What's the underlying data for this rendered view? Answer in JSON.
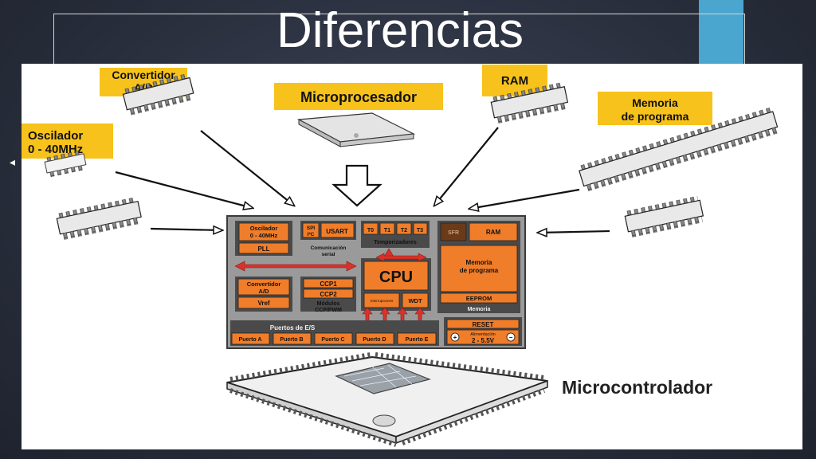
{
  "slide": {
    "title": "Diferencias",
    "nav_arrow": "◂"
  },
  "labels": {
    "convertidor_ad": [
      "Convertidor",
      "A/D"
    ],
    "microprocesador": "Microprocesador",
    "ram": "RAM",
    "memoria_programa": [
      "Memoria",
      "de programa"
    ],
    "oscilador": [
      "Oscilador",
      "0 - 40MHz"
    ],
    "microcontrolador": "Microcontrolador"
  },
  "block": {
    "oscilador": [
      "Oscilador",
      "0 - 40MHz"
    ],
    "pll": "PLL",
    "spi": "SPI",
    "i2c": "I²C",
    "usart": "USART",
    "timers": [
      "T0",
      "T1",
      "T2",
      "T3"
    ],
    "temporizadores": "Temporizadores",
    "sfr": "SFR",
    "ram": "RAM",
    "comunicacion": [
      "Comunicación",
      "serial"
    ],
    "memoria_programa": [
      "Memoria",
      "de programa"
    ],
    "cpu": "CPU",
    "interrupciones": "Interrupciones",
    "wdt": "WDT",
    "eeprom": "EEPROM",
    "memoria": "Memoria",
    "convertidor": [
      "Convertidor",
      "A/D"
    ],
    "vref": "Vref",
    "ccp1": "CCP1",
    "ccp2": "CCP2",
    "modulos": [
      "Módulos",
      "CCP/PWM"
    ],
    "puertos_es": "Puertos de E/S",
    "puertos": [
      "Puerto A",
      "Puerto B",
      "Puerto C",
      "Puerto D",
      "Puerto E"
    ],
    "reset": "RESET",
    "alimentacion": "Alimentación",
    "voltaje": "2 - 5.5V"
  },
  "colors": {
    "accent_blue": "#4aa6cf",
    "label_yellow": "#f7c21b",
    "block_orange": "#f07d2a",
    "block_gray": "#9a9a9a",
    "block_dark": "#3c3c3c",
    "arrow_red": "#d9322a"
  }
}
